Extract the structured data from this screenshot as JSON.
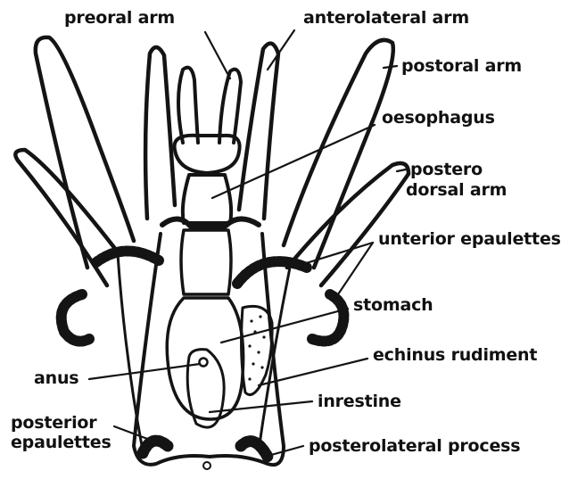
{
  "diagram": {
    "subject": "echinopluteus larva",
    "ink_color": "#141414",
    "background_color": "#ffffff",
    "labels": {
      "preoral_arm": "preoral arm",
      "anterolateral_arm": "anterolateral arm",
      "postoral_arm": "postoral arm",
      "oesophagus": "oesophagus",
      "postero_dorsal_arm_line1": "postero",
      "postero_dorsal_arm_line2": "dorsal arm",
      "anterior_epaulettes": "unterior epaulettes",
      "stomach": "stomach",
      "echinus_rudiment": "echinus rudiment",
      "anus": "anus",
      "intestine": "inrestine",
      "posterior_epaulettes_line1": "posterior",
      "posterior_epaulettes_line2": "epaulettes",
      "posterolateral_process": "posterolateral process"
    }
  }
}
